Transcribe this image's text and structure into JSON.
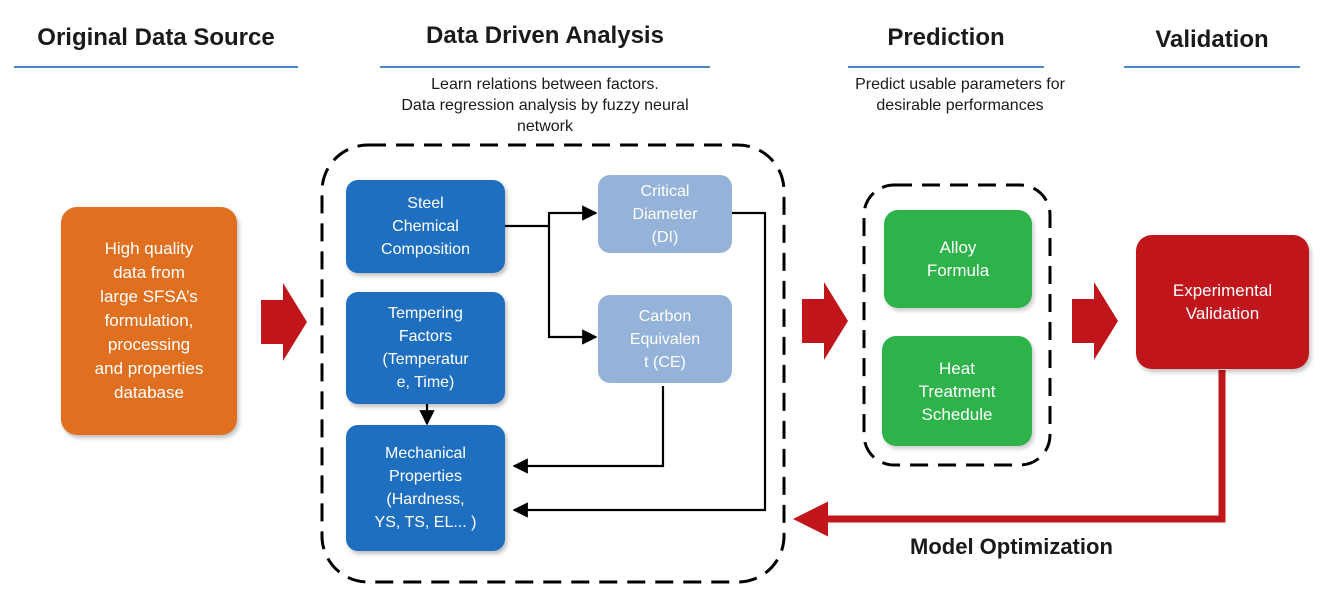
{
  "headers": {
    "original": "Original Data Source",
    "analysis": "Data Driven Analysis",
    "prediction": "Prediction",
    "validation": "Validation"
  },
  "analysis_desc": [
    "Learn relations between factors.",
    "Data regression analysis by fuzzy neural",
    "network"
  ],
  "prediction_desc": [
    "Predict usable parameters for",
    "desirable performances"
  ],
  "source_box": [
    "High quality",
    "data from",
    "large SFSA’s",
    "formulation,",
    "processing",
    "and properties",
    "database"
  ],
  "steel_box": [
    "Steel",
    "Chemical",
    "Composition"
  ],
  "tempering_box": [
    "Tempering",
    "Factors",
    "(Temperatur",
    "e, Time)"
  ],
  "mechanical_box": [
    "Mechanical",
    "Properties",
    "(Hardness,",
    "YS, TS, EL... )"
  ],
  "critical_box": [
    "Critical",
    "Diameter",
    "(DI)"
  ],
  "carbon_box": [
    "Carbon",
    "Equivalen",
    "t (CE)"
  ],
  "alloy_box": [
    "Alloy",
    "Formula"
  ],
  "heat_box": [
    "Heat",
    "Treatment",
    "Schedule"
  ],
  "experimental_box": [
    "Experimental",
    "Validation"
  ],
  "optimization_label": "Model Optimization",
  "colors": {
    "source": "#e07020",
    "analysis_box": "#1f6fc0",
    "derived_box": "#95b3d8",
    "prediction_box": "#2db34a",
    "validation_box": "#c0161b",
    "arrow": "#c0161b",
    "underline": "#4a86c8"
  }
}
